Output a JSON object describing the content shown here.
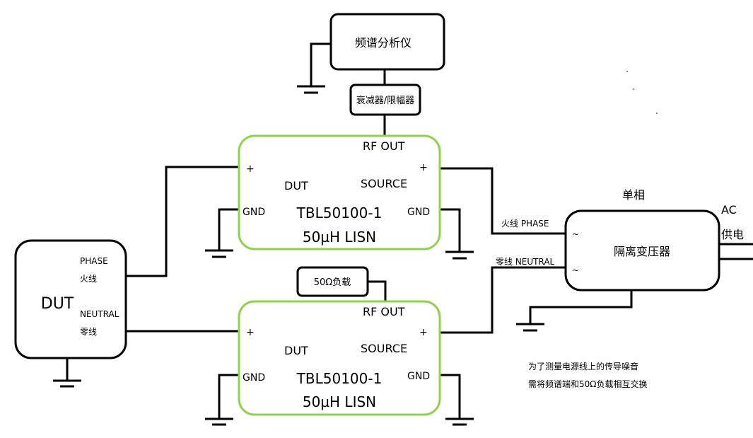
{
  "spectrum_analyzer": {
    "label": "频谱分析仪"
  },
  "attenuator": {
    "label": "衰减器/限幅器"
  },
  "load_50ohm": {
    "label": "50Ω负载"
  },
  "dut": {
    "label": "DUT",
    "phase_en": "PHASE",
    "phase_cn": "火线",
    "neutral_en": "NEUTRAL",
    "neutral_cn": "零线"
  },
  "lisn_top": {
    "plus_left": "+",
    "plus_right": "+",
    "dut_label": "DUT",
    "source_label": "SOURCE",
    "rf_out": "RF OUT",
    "gnd_left": "GND",
    "gnd_right": "GND",
    "model": "TBL50100-1",
    "spec": "50µH LISN"
  },
  "lisn_bottom": {
    "plus_left": "+",
    "plus_right": "+",
    "dut_label": "DUT",
    "source_label": "SOURCE",
    "rf_out": "RF OUT",
    "gnd_left": "GND",
    "gnd_right": "GND",
    "model": "TBL50100-1",
    "spec": "50µH LISN"
  },
  "transformer": {
    "label": "隔离变压器",
    "title": "单相",
    "tilde_top": "~",
    "tilde_bottom": "~"
  },
  "wire_labels": {
    "phase": "火线 PHASE",
    "neutral": "零线 NEUTRAL"
  },
  "ac_supply": {
    "line1": "AC",
    "line2": "供电"
  },
  "note": {
    "line1": "为了测量电源线上的传导噪音",
    "line2": "需将频谱端和50Ω负载相互交换"
  }
}
